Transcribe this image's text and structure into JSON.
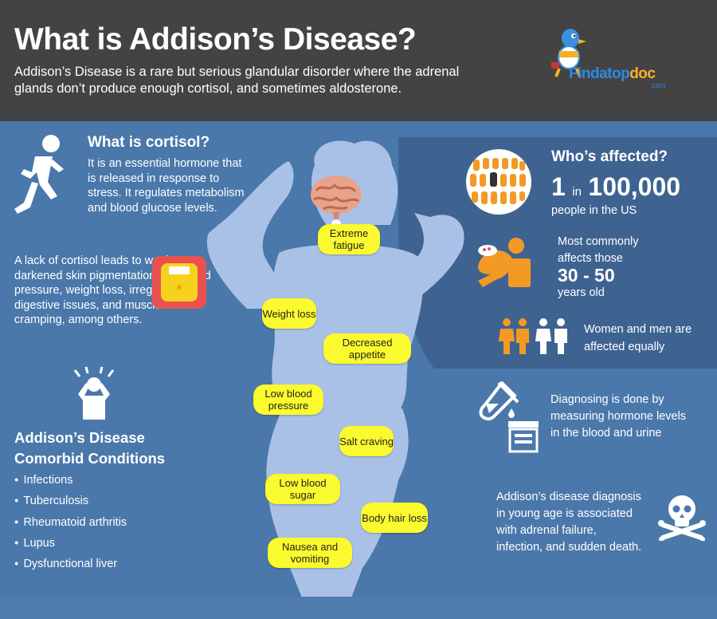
{
  "header": {
    "title": "What is Addison’s Disease?",
    "subtitle": "Addison’s Disease is a rare but serious glandular disorder where the adrenal glands don’t produce enough cortisol, and sometimes aldosterone."
  },
  "logo": {
    "brand_main": "Findatop",
    "brand_accent": "doc",
    "suffix": ".com"
  },
  "cortisol": {
    "heading": "What is cortisol?",
    "text": "It is an essential hormone that is released in response to stress. It regulates metabolism and blood glucose levels."
  },
  "lack": {
    "text": "A lack of cortisol leads to weakness, darkened skin pigmentation, low blood pressure, weight loss, irregular digestive issues, and muscle cramping, among others."
  },
  "comorbid": {
    "heading_line1": "Addison’s Disease",
    "heading_line2": "Comorbid Conditions",
    "items": [
      "Infections",
      "Tuberculosis",
      "Rheumatoid arthritis",
      "Lupus",
      "Dysfunctional liver"
    ]
  },
  "symptoms": [
    "Extreme fatigue",
    "Weight loss",
    "Decreased appetite",
    "Low blood pressure",
    "Salt craving",
    "Low blood sugar",
    "Body hair loss",
    "Nausea and vomiting"
  ],
  "affected": {
    "heading": "Who’s affected?",
    "ratio_one": "1",
    "ratio_in": "in",
    "ratio_num": "100,000",
    "ratio_caption": "people in the US",
    "age_line1": "Most commonly",
    "age_line2": "affects those",
    "age_range": "30 - 50",
    "age_line3": "years old",
    "gender_line1": "Women and men are",
    "gender_line2": "affected equally"
  },
  "diagnosis": {
    "line1": "Diagnosing is done by",
    "line2": "measuring hormone levels",
    "line3": "in the blood and urine"
  },
  "young": {
    "line1": "Addison’s disease diagnosis",
    "line2": "in young age is associated",
    "line3": "with adrenal failure,",
    "line4": "infection, and sudden death."
  },
  "colors": {
    "header_bg": "#434343",
    "main_bg": "#4a78ab",
    "silhouette": "#aac1e7",
    "badge": "#fbfa2e",
    "orange": "#f39a25"
  },
  "icons": [
    "running-person-icon",
    "scale-icon",
    "stressed-person-icon",
    "brain-icon",
    "population-icon",
    "lazy-person-icon",
    "family-icon",
    "test-tube-icon",
    "urine-sample-icon",
    "skull-crossbones-icon",
    "bird-mascot-icon"
  ]
}
